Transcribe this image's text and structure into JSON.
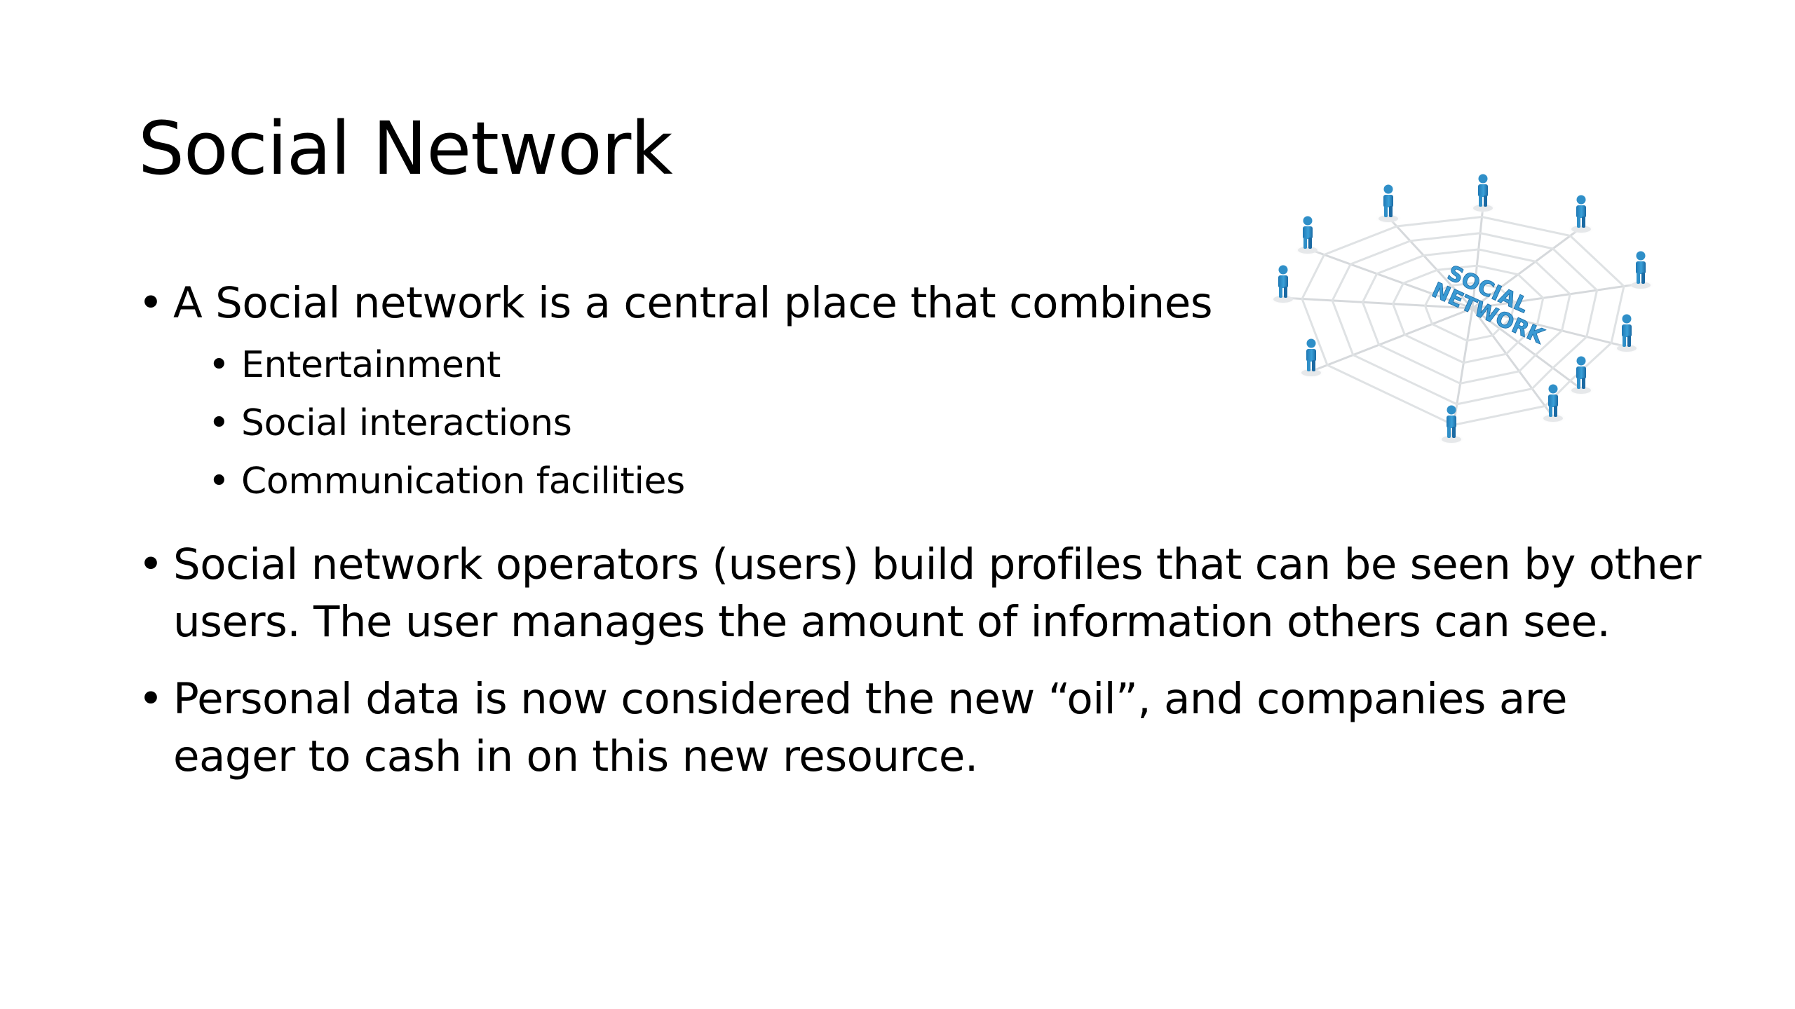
{
  "slide": {
    "title": "Social Network",
    "bullets": [
      {
        "text": "A Social network is a central place that combines",
        "sub_items": [
          "Entertainment",
          "Social interactions",
          "Communication facilities"
        ]
      },
      {
        "text": "Social network operators (users) build profiles that can be seen by other users. The user manages the amount of information others can see."
      },
      {
        "text": "Personal data is now considered the new “oil”, and companies are eager to cash in on this new resource."
      }
    ]
  },
  "illustration": {
    "icon": "social-network-web-illustration",
    "lettering": "SOCIAL NETWORK",
    "person_count": 11,
    "color": "#2f8fc8"
  }
}
